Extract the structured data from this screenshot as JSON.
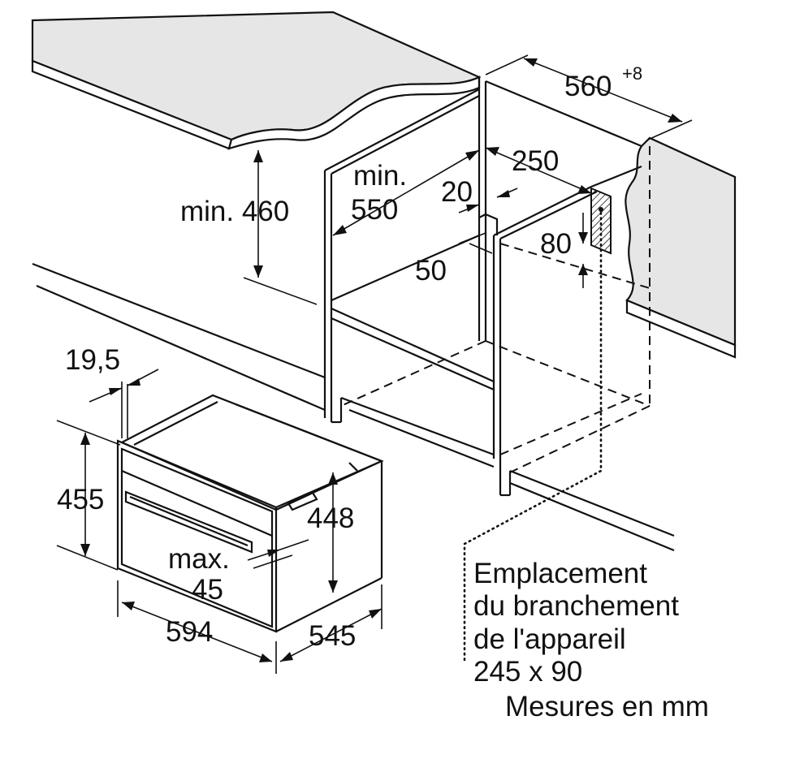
{
  "dimensions": {
    "width_560": "560",
    "width_560_tolerance": "+8",
    "depth_250": "250",
    "min_550_prefix": "min.",
    "min_550_value": "550",
    "gap_20": "20",
    "min_460": "min. 460",
    "gap_50": "50",
    "height_80": "80",
    "panel_19_5": "19,5",
    "height_455": "455",
    "height_448": "448",
    "max_45_prefix": "max.",
    "max_45_value": "45",
    "width_594": "594",
    "depth_545": "545"
  },
  "note": {
    "line1": "Emplacement",
    "line2": "du branchement",
    "line3": "de l'appareil",
    "line4": "245 x 90"
  },
  "units_label": "Mesures en mm",
  "colors": {
    "line": "#111111",
    "worktop_fill": "#e6e6e6",
    "background": "#ffffff"
  }
}
